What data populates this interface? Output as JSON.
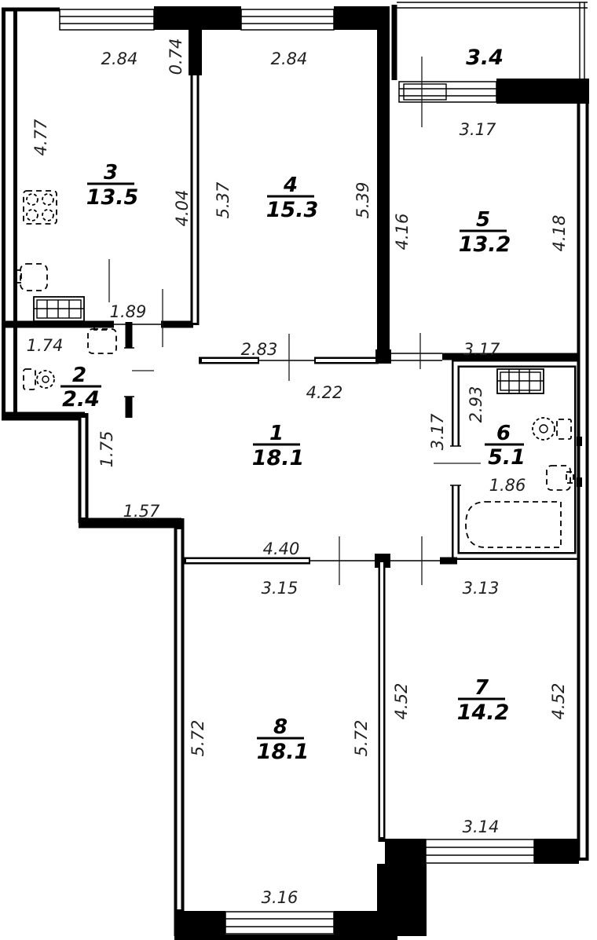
{
  "rooms": [
    {
      "number": "1",
      "area": "18.1"
    },
    {
      "number": "2",
      "area": "2.4"
    },
    {
      "number": "3",
      "area": "13.5"
    },
    {
      "number": "4",
      "area": "15.3"
    },
    {
      "number": "5",
      "area": "13.2"
    },
    {
      "number": "6",
      "area": "5.1"
    },
    {
      "number": "7",
      "area": "14.2"
    },
    {
      "number": "8",
      "area": "18.1"
    }
  ],
  "balcony": {
    "area": "3.4"
  },
  "dims": [
    "2.84",
    "0.74",
    "2.84",
    "3.17",
    "4.77",
    "4.04",
    "5.37",
    "5.39",
    "4.16",
    "4.18",
    "1.89",
    "1.74",
    "2.83",
    "4.22",
    "3.17",
    "2.93",
    "3.17",
    "1.75",
    "1.86",
    "1.57",
    "4.40",
    "3.15",
    "3.13",
    "5.72",
    "5.72",
    "4.52",
    "4.52",
    "3.14",
    "3.16"
  ]
}
